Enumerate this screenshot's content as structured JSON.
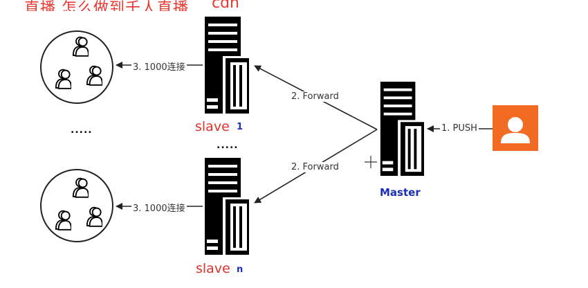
{
  "title": "直播 怎么做到千人直播",
  "cdn": "cdn",
  "labels": {
    "push": "1. PUSH",
    "forward_top": "2. Forward",
    "forward_bottom": "2. Forward",
    "conn_top": "3. 1000连接",
    "conn_bottom": "3. 1000连接"
  },
  "nodes": {
    "slave_top": "slave",
    "slave_top_num": "1",
    "slave_bottom": "slave",
    "slave_bottom_num": "n",
    "master": "Master"
  },
  "ellipsis": {
    "left": ".....",
    "middle": "....."
  },
  "colors": {
    "title": "#e8392f",
    "slave_text": "#e0322a",
    "blue_text": "#1a2fb8",
    "user_badge": "#f26b22",
    "server": "#000000"
  },
  "icons": [
    "user-group-icon",
    "server-icon",
    "user-icon",
    "cursor-icon"
  ]
}
